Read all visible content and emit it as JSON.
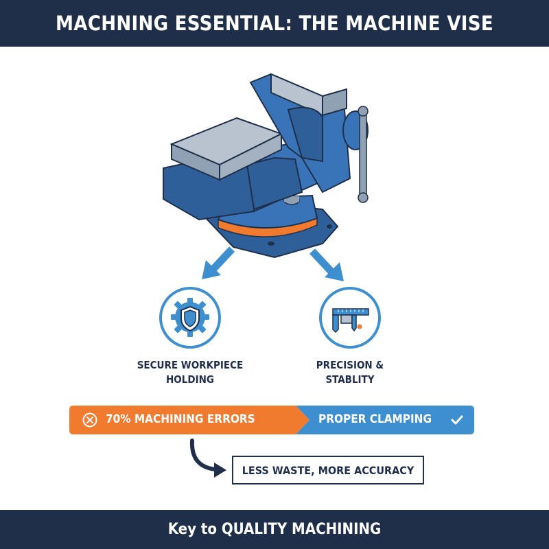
{
  "header": {
    "title": "MACHNING ESSENTIAL: THE MACHINE VISE"
  },
  "illustration": {
    "subject": "machine vise",
    "body_color": "#3a74b8",
    "base_ring_color": "#f07a2e"
  },
  "features": [
    {
      "icon": "shield-gear-icon",
      "line1": "SECURE WORKPIECE",
      "line2": "HOLDING"
    },
    {
      "icon": "caliper-icon",
      "line1": "PRECISION &",
      "line2": "STABLITY"
    }
  ],
  "comparison": {
    "problem": {
      "icon": "x-circle-icon",
      "text": "70% MACHINING ERRORS",
      "color": "#f07a2e"
    },
    "solution": {
      "icon": "check-icon",
      "text": "PROPER CLAMPING",
      "color": "#3e8fd0"
    }
  },
  "result": {
    "text": "LESS WASTE, MORE ACCURACY"
  },
  "footer": {
    "text": "Key to QUALITY MACHINING"
  },
  "colors": {
    "navy": "#1f2f4a",
    "blue": "#3a74b8",
    "light_blue": "#3e8fd0",
    "orange": "#f07a2e"
  }
}
